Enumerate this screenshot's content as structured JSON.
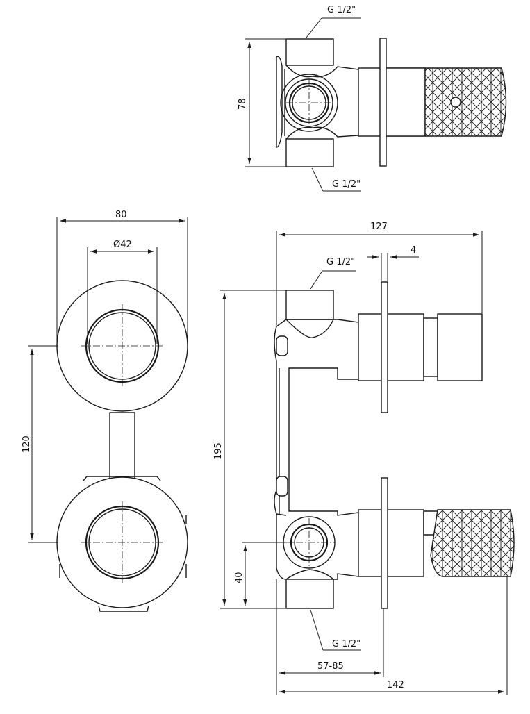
{
  "dimensions": {
    "top_view": {
      "thread_top": "G 1/2\"",
      "thread_bottom": "G 1/2\"",
      "height": "78"
    },
    "front_view": {
      "width": "80",
      "diameter": "Ø42",
      "center_distance": "120"
    },
    "side_view": {
      "depth_total_cap": "127",
      "plate_thickness": "4",
      "thread_top": "G 1/2\"",
      "height": "195",
      "outlet_offset": "40",
      "thread_bottom": "G 1/2\"",
      "mount_depth": "57-85",
      "depth_total": "142"
    }
  }
}
